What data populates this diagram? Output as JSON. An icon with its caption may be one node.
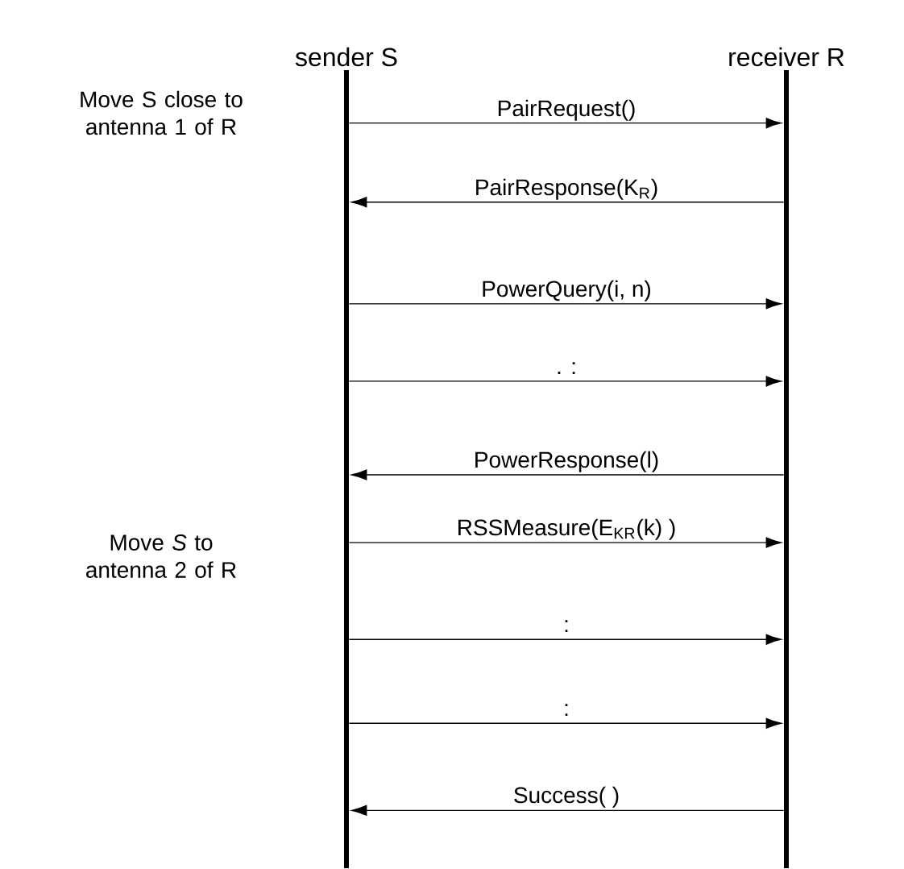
{
  "diagram": {
    "nodes": [
      {
        "text": [
          "sender S"
        ]
      },
      {
        "text": [
          "receiver R"
        ]
      }
    ],
    "edges": [
      {
        "from": 0,
        "to": 1,
        "arrow": "to",
        "label": "PairRequest()"
      },
      {
        "from": 1,
        "to": 0,
        "arrow": "to",
        "label": "PairResponse(K$_{R}$)"
      },
      {
        "from": 0,
        "to": 1,
        "arrow": "to",
        "label": "PowerQuery(i, n)"
      },
      {
        "from": 0,
        "to": 1,
        "arrow": "to",
        "label": ".   :"
      },
      {
        "from": 1,
        "to": 0,
        "arrow": "to",
        "label": "PowerResponse(l)"
      },
      {
        "from": 0,
        "to": 1,
        "arrow": "to",
        "label": "RSSMeasure(E$_{KR}$(k) )"
      },
      {
        "from": 0,
        "to": 1,
        "arrow": "to",
        "label": ":"
      },
      {
        "from": 0,
        "to": 1,
        "arrow": "to",
        "label": ":"
      },
      {
        "from": 1,
        "to": 0,
        "arrow": "to",
        "label": "Success( )"
      }
    ],
    "labels": [
      "Move S close to antenna 1 of R",
      "Move *S* to antenna 2 of R"
    ]
  }
}
